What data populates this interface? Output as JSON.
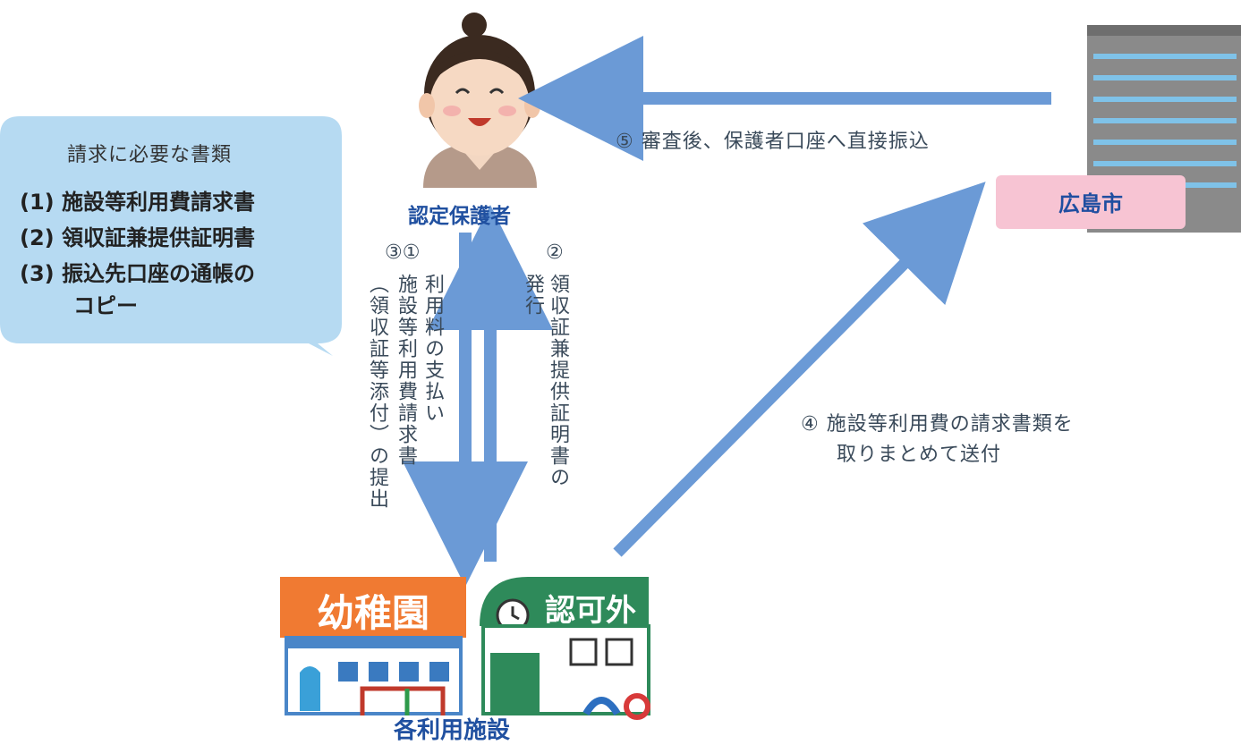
{
  "bubble": {
    "title": "請求に必要な書類",
    "items": [
      "(1) 施設等利用費請求書",
      "(2) 領収証兼提供証明書",
      "(3) 振込先口座の通帳の",
      "コピー"
    ]
  },
  "nodes": {
    "guardian": "認定保護者",
    "city": "広島市",
    "facility": "各利用施設"
  },
  "facility_signs": {
    "kindergarten": "幼稚園",
    "unlicensed": "認可外"
  },
  "flows": {
    "step5": "⑤ 審査後、保護者口座へ直接振込",
    "step4_line1": "④ 施設等利用費の請求書類を",
    "step4_line2": "取りまとめて送付",
    "step31_num": "③①",
    "step1_text": "利用料の支払い",
    "step3_text1": "施設等利用費請求書",
    "step3_text2": "（領収証等添付）の提出",
    "step2_num": "②",
    "step2_text1": "領収証兼提供証明書の",
    "step2_text2": "発行"
  },
  "colors": {
    "arrow": "#6b9ad6",
    "bubble": "#a9d4f0",
    "city_box": "#f7c4d3",
    "label_blue": "#2050a0"
  }
}
